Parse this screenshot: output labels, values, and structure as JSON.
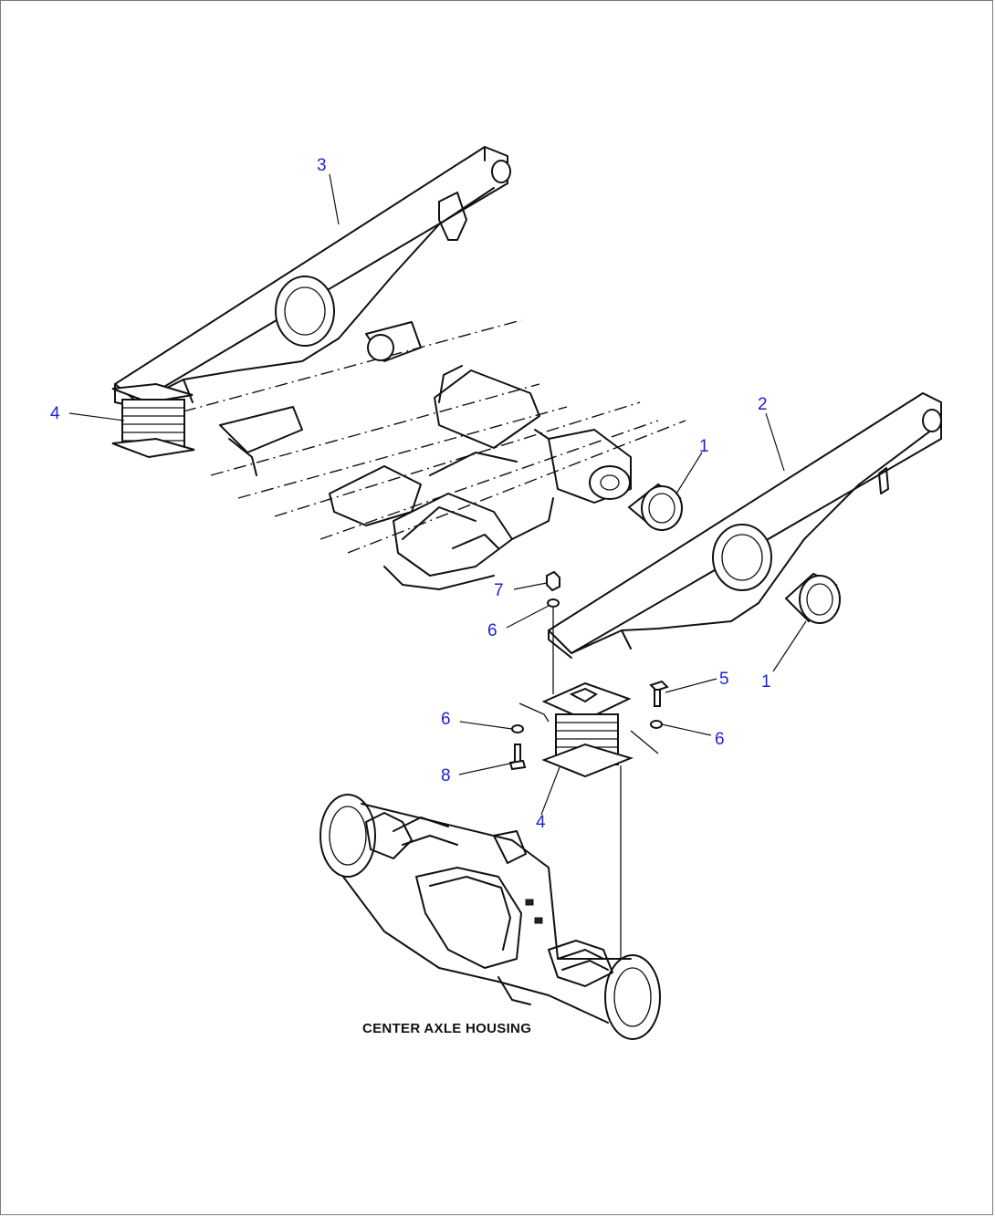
{
  "callouts": [
    {
      "id": "c1a",
      "text": "1"
    },
    {
      "id": "c1b",
      "text": "1"
    },
    {
      "id": "c2",
      "text": "2"
    },
    {
      "id": "c3",
      "text": "3"
    },
    {
      "id": "c4a",
      "text": "4"
    },
    {
      "id": "c4b",
      "text": "4"
    },
    {
      "id": "c5",
      "text": "5"
    },
    {
      "id": "c6a",
      "text": "6"
    },
    {
      "id": "c6b",
      "text": "6"
    },
    {
      "id": "c6c",
      "text": "6"
    },
    {
      "id": "c7",
      "text": "7"
    },
    {
      "id": "c8",
      "text": "8"
    }
  ],
  "caption": "CENTER AXLE HOUSING"
}
